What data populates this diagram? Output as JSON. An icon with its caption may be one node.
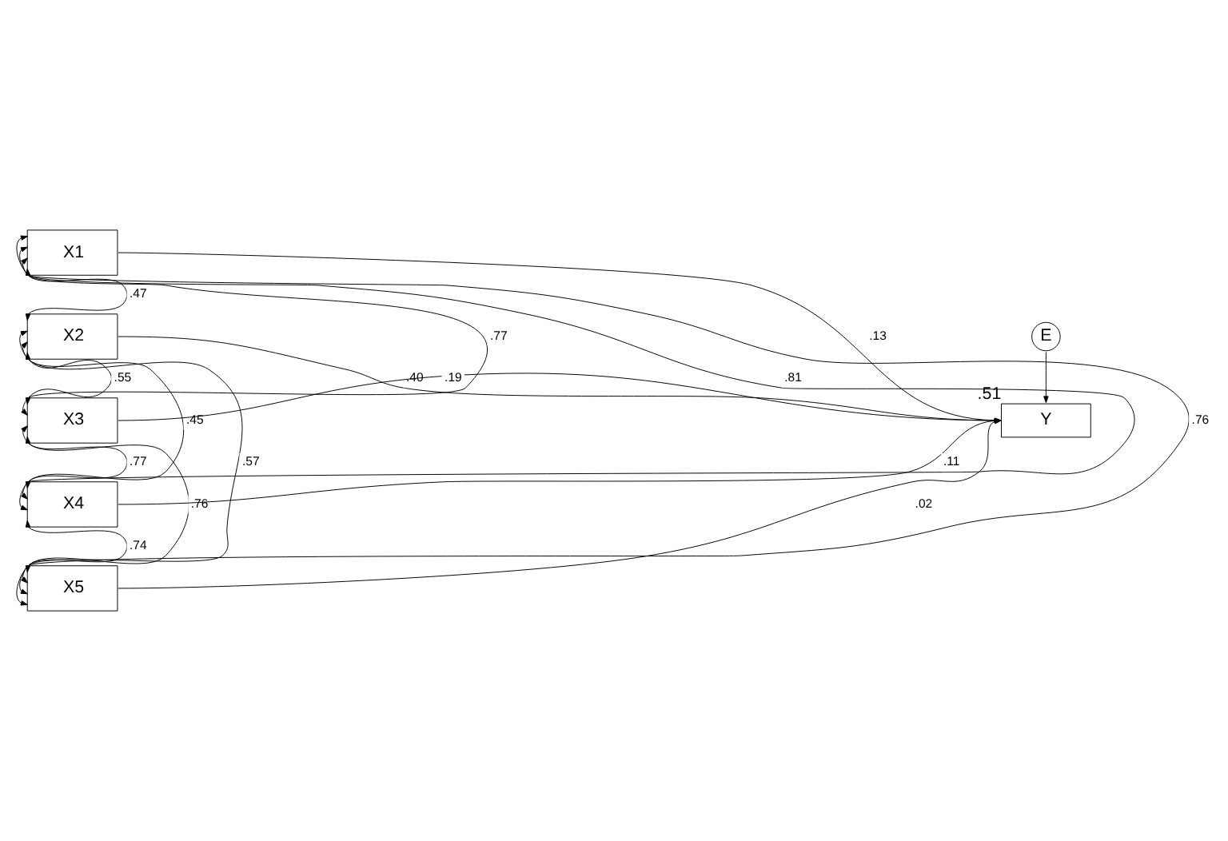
{
  "diagram": {
    "nodes": [
      {
        "text": [
          "X1"
        ]
      },
      {
        "text": [
          "X2"
        ]
      },
      {
        "text": [
          "X3"
        ]
      },
      {
        "text": [
          "X4"
        ]
      },
      {
        "text": [
          "X5"
        ]
      },
      {
        "text": [
          "Y"
        ],
        "beside": [
          ".51"
        ]
      },
      {
        "text": [
          "E"
        ]
      }
    ],
    "edges": [
      {
        "from": 0,
        "to": 5,
        "arrow": "to",
        "label": ".13"
      },
      {
        "from": 1,
        "to": 5,
        "arrow": "to",
        "label": ".40"
      },
      {
        "from": 2,
        "to": 5,
        "arrow": "to",
        "label": ".19"
      },
      {
        "from": 3,
        "to": 5,
        "arrow": "to",
        "label": ".11"
      },
      {
        "from": 4,
        "to": 5,
        "arrow": "to",
        "label": ".02"
      },
      {
        "from": 6,
        "to": 5,
        "arrow": "to"
      },
      {
        "from": 0,
        "to": 1,
        "arrow": "both",
        "label": ".47"
      },
      {
        "from": 0,
        "to": 2,
        "arrow": "both",
        "label": ".77"
      },
      {
        "from": 1,
        "to": 2,
        "arrow": "both",
        "label": ".55"
      },
      {
        "from": 0,
        "to": 3,
        "arrow": "both",
        "label": ".81"
      },
      {
        "from": 1,
        "to": 3,
        "arrow": "both",
        "label": ".45"
      },
      {
        "from": 0,
        "to": 4,
        "arrow": "both",
        "label": ".76"
      },
      {
        "from": 2,
        "to": 3,
        "arrow": "both",
        "label": ".77"
      },
      {
        "from": 1,
        "to": 4,
        "arrow": "both",
        "label": ".57"
      },
      {
        "from": 2,
        "to": 4,
        "arrow": "both",
        "label": ".76"
      },
      {
        "from": 3,
        "to": 4,
        "arrow": "both",
        "label": ".74"
      }
    ]
  }
}
